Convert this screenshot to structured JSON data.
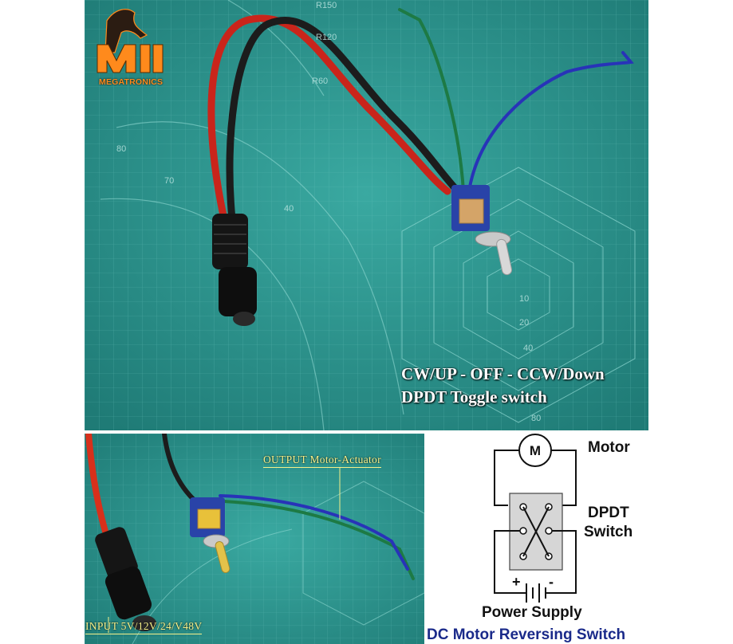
{
  "brand": {
    "logo_text": "MEGATRONICS",
    "accent_color": "#ff8a1c"
  },
  "top_photo": {
    "caption_line1": "CW/UP - OFF - CCW/Down",
    "caption_line2": "DPDT Toggle switch",
    "mat_color": "#2f9a93"
  },
  "bottom_photo": {
    "output_label": "OUTPUT Motor-Actuator",
    "input_label": "INPUT 5V/12V/24/V48V",
    "label_color": "#f4f08a"
  },
  "diagram": {
    "motor_symbol": "M",
    "motor_label": "Motor",
    "switch_label_line1": "DPDT",
    "switch_label_line2": "Switch",
    "plus_sign": "+",
    "minus_sign": "-",
    "power_label": "Power Supply",
    "title": "DC Motor Reversing Switch",
    "title_color": "#1a2a8a"
  }
}
